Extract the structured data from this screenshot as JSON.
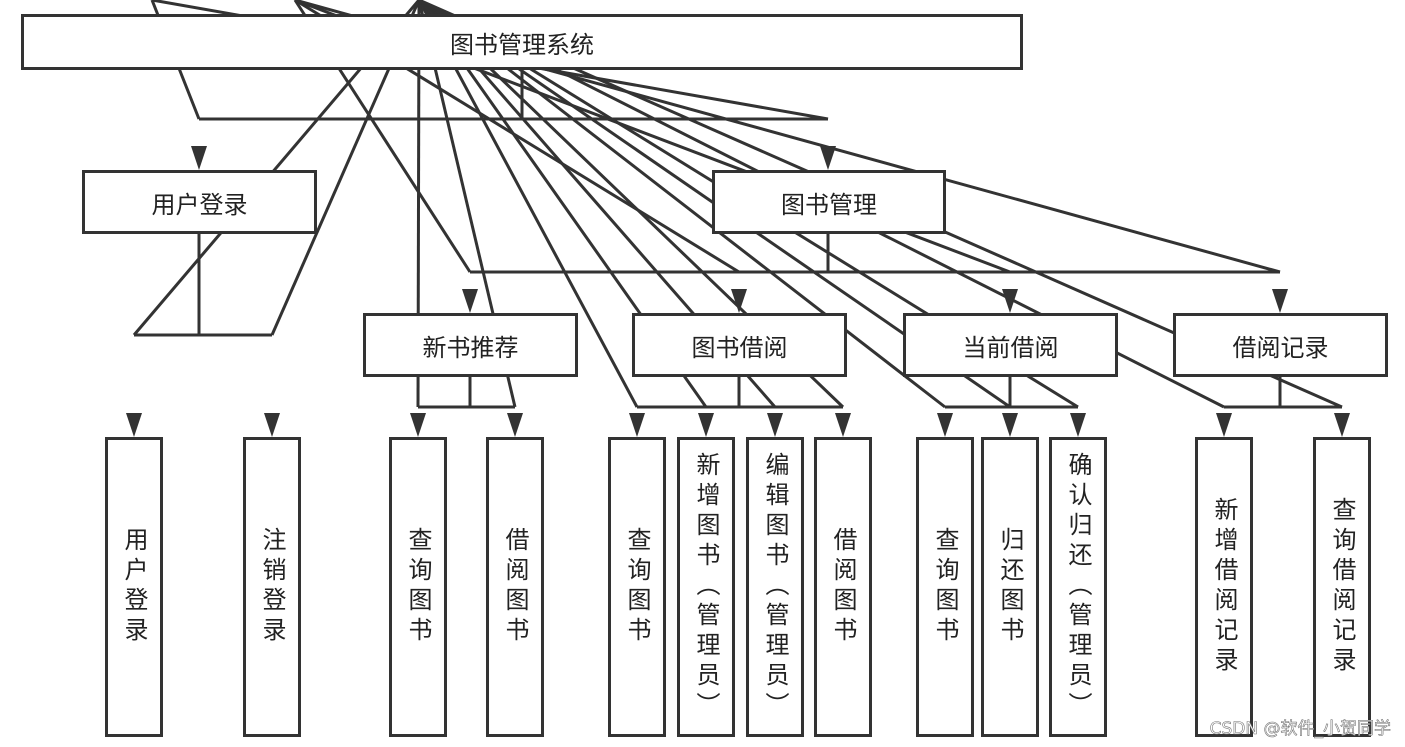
{
  "root": {
    "label": "图书管理系统"
  },
  "level1": [
    {
      "label": "用户登录",
      "children": [
        "用户登录",
        "注销登录"
      ]
    },
    {
      "label": "图书管理"
    }
  ],
  "level2": [
    {
      "label": "新书推荐",
      "children": [
        "查询图书",
        "借阅图书"
      ]
    },
    {
      "label": "图书借阅",
      "children": [
        "查询图书",
        "新增图书（管理员）",
        "编辑图书（管理员）",
        "借阅图书"
      ]
    },
    {
      "label": "当前借阅",
      "children": [
        "查询图书",
        "归还图书",
        "确认归还（管理员）"
      ]
    },
    {
      "label": "借阅记录",
      "children": [
        "新增借阅记录",
        "查询借阅记录"
      ]
    }
  ],
  "watermark": "CSDN @软件_小贺同学",
  "colors": {
    "line": "#333333",
    "box_fill": "#ffffff"
  }
}
